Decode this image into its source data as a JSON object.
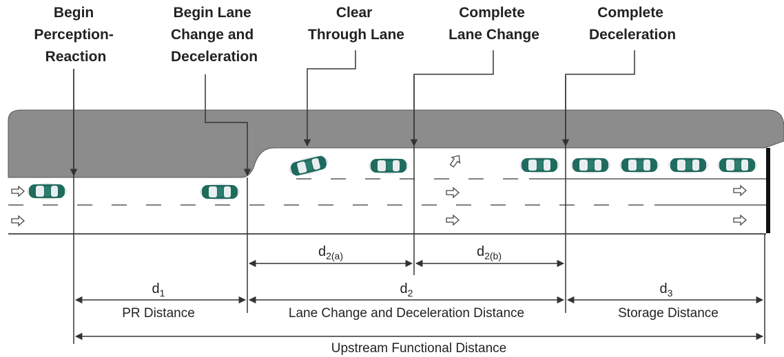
{
  "headers": {
    "h1": [
      "Begin",
      "Perception-",
      "Reaction"
    ],
    "h2": [
      "Begin Lane",
      "Change and",
      "Deceleration"
    ],
    "h3": [
      "Clear",
      "Through Lane"
    ],
    "h4": [
      "Complete",
      "Lane Change"
    ],
    "h5": [
      "Complete",
      "Deceleration"
    ]
  },
  "distances": {
    "d2a": {
      "symbol": "d",
      "sub": "2(a)"
    },
    "d2b": {
      "symbol": "d",
      "sub": "2(b)"
    },
    "d1": {
      "symbol": "d",
      "sub": "1",
      "label": "PR Distance"
    },
    "d2": {
      "symbol": "d",
      "sub": "2",
      "label": "Lane Change and Deceleration Distance"
    },
    "d3": {
      "symbol": "d",
      "sub": "3",
      "label": "Storage Distance"
    },
    "total": {
      "label": "Upstream Functional Distance"
    }
  },
  "icons": {
    "lane_arrow": "right-arrow-icon",
    "turn_arrow": "turn-arrow-icon",
    "car": "car-icon"
  },
  "colors": {
    "median": "#8c8c8c",
    "car_body": "#1f6b5e",
    "line": "#333333"
  }
}
